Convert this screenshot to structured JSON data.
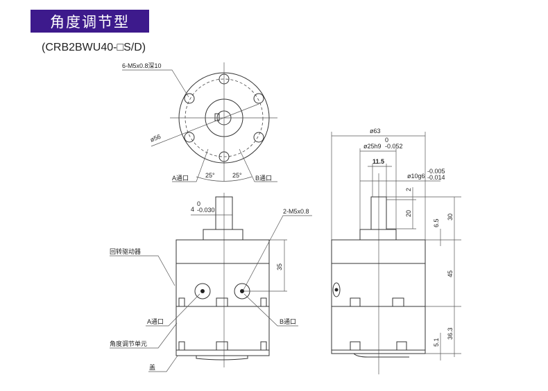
{
  "header": {
    "title": "角度调节型",
    "model": "(CRB2BWU40-□S/D)"
  },
  "top_view": {
    "thread_label": "6-M5x0.8深10",
    "diameter_label": "ø56",
    "port_a": "A通口",
    "port_b": "B通口",
    "angle_left": "25°",
    "angle_right": "25°"
  },
  "front_view": {
    "shaft_tol": "4",
    "shaft_tol_upper": "0",
    "shaft_tol_lower": "-0.030",
    "port_thread": "2-M5x0.8",
    "dim_35": "35",
    "rotary_actuator": "回转驱动器",
    "port_a": "A通口",
    "port_b": "B通口",
    "angle_unit": "角度调节单元",
    "cover": "盖"
  },
  "side_view": {
    "dia_63": "ø63",
    "dia_25": "ø25h9",
    "dia_25_upper": "0",
    "dia_25_lower": "-0.052",
    "dim_11_5": "11.5",
    "dia_10": "ø10g6",
    "dia_10_upper": "-0.005",
    "dia_10_lower": "-0.014",
    "dim_2": "2",
    "dim_20": "20",
    "dim_6_5": "6.5",
    "dim_30": "30",
    "dim_45": "45",
    "dim_36_3": "36.3",
    "dim_5_1": "5.1"
  }
}
